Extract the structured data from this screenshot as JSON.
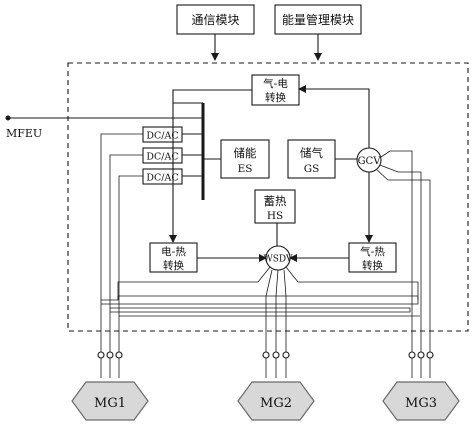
{
  "modules": {
    "comm": "通信模块",
    "energy_mgmt": "能量管理模块"
  },
  "external": {
    "mfeu": "MFEU"
  },
  "converters": {
    "dcac": [
      "DC/AC",
      "DC/AC",
      "DC/AC"
    ],
    "gas_to_elec": [
      "气-电",
      "转换"
    ],
    "elec_to_heat": [
      "电-热",
      "转换"
    ],
    "gas_to_heat": [
      "气-热",
      "转换"
    ]
  },
  "storage": {
    "electric": [
      "储能",
      "ES"
    ],
    "gas": [
      "储气",
      "GS"
    ],
    "heat": [
      "蓄热",
      "HS"
    ]
  },
  "nodes": {
    "gcv": "GCV",
    "wsdv": "WSDV"
  },
  "microgrids": [
    "MG1",
    "MG2",
    "MG3"
  ]
}
